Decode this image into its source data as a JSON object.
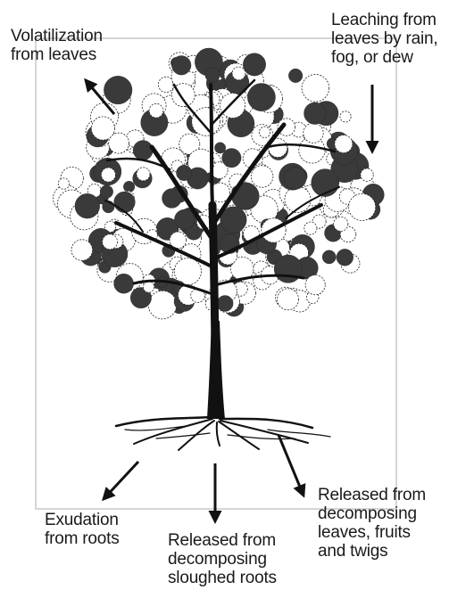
{
  "labels": {
    "volatilization": [
      "Volatilization",
      "from leaves"
    ],
    "leaching": [
      "Leaching from",
      "leaves by rain,",
      "fog, or dew"
    ],
    "exudation": [
      "Exudation",
      "from roots"
    ],
    "sloughed_roots": [
      "Released from",
      "decomposing",
      "sloughed roots"
    ],
    "litter": [
      "Released from",
      "decomposing",
      "leaves, fruits",
      "and twigs"
    ]
  },
  "colors": {
    "ink": "#1a1a1a",
    "frame": "#c8c8c8",
    "foliage_light": "#ffffff",
    "foliage_shade": "#3a3a3a"
  }
}
